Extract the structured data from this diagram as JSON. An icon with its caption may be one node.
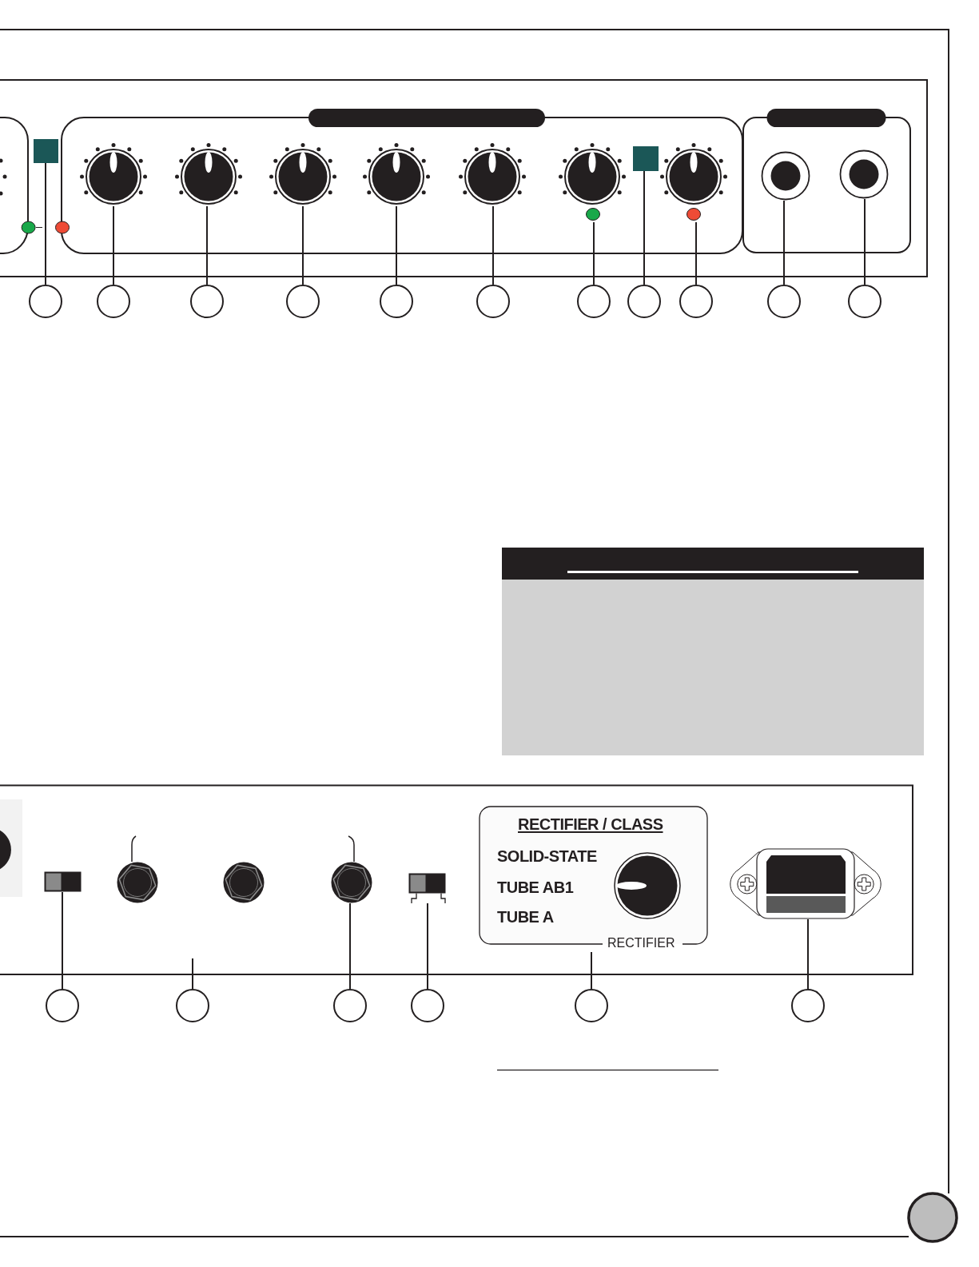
{
  "diagram": {
    "nodes": [
      {
        "text": [],
        "shape": "box"
      },
      {
        "text": [],
        "shape": "circle"
      },
      {
        "text": [],
        "shape": "circle"
      },
      {
        "text": [],
        "shape": "circle"
      },
      {
        "text": [],
        "shape": "circle"
      },
      {
        "text": [],
        "shape": "circle"
      },
      {
        "text": [],
        "shape": "circle"
      },
      {
        "text": [],
        "shape": "box"
      },
      {
        "text": [],
        "shape": "circle"
      },
      {
        "text": [],
        "shape": "circle"
      },
      {
        "text": [],
        "shape": "circle"
      },
      {
        "text": [],
        "shape": "circle"
      },
      {
        "text": [],
        "shape": "circle"
      },
      {
        "text": [],
        "shape": "circle"
      },
      {
        "text": [],
        "shape": "circle"
      },
      {
        "text": [],
        "shape": "circle"
      },
      {
        "text": [],
        "shape": "circle"
      },
      {
        "text": [],
        "shape": "circle"
      },
      {
        "text": [],
        "shape": "circle"
      },
      {
        "text": [],
        "shape": "circle"
      },
      {
        "text": [],
        "shape": "circle"
      },
      {
        "text": [],
        "shape": "circle"
      },
      {
        "text": [],
        "shape": "box"
      },
      {
        "text": [],
        "shape": "circle"
      },
      {
        "text": [],
        "shape": "circle"
      },
      {
        "text": [],
        "shape": "circle"
      },
      {
        "text": [],
        "shape": "box"
      },
      {
        "text": [
          "RECTIFIER / CLASS",
          "SOLID-STATE",
          "TUBE AB1",
          "TUBE A",
          "RECTIFIER"
        ]
      },
      {
        "text": [],
        "shape": "circle",
        "in": 27
      },
      {
        "text": [],
        "shape": "picture"
      },
      {
        "text": [],
        "shape": "circle"
      },
      {
        "text": [],
        "shape": "circle"
      },
      {
        "text": [],
        "shape": "circle"
      },
      {
        "text": [],
        "shape": "circle"
      },
      {
        "text": [],
        "shape": "circle"
      },
      {
        "text": [],
        "shape": "circle"
      }
    ],
    "edges": [
      {
        "from": 11,
        "to": 0,
        "arrow": "none"
      },
      {
        "from": 12,
        "to": 1,
        "arrow": "none"
      },
      {
        "from": 13,
        "to": 2,
        "arrow": "none"
      },
      {
        "from": 14,
        "to": 3,
        "arrow": "none"
      },
      {
        "from": 15,
        "to": 4,
        "arrow": "none"
      },
      {
        "from": 16,
        "to": 5,
        "arrow": "none"
      },
      {
        "from": 17,
        "to": 6,
        "arrow": "none"
      },
      {
        "from": 18,
        "to": 7,
        "arrow": "none"
      },
      {
        "from": 19,
        "to": 8,
        "arrow": "none"
      },
      {
        "from": 20,
        "to": 9,
        "arrow": "none"
      },
      {
        "from": 21,
        "to": 10,
        "arrow": "none"
      },
      {
        "from": 30,
        "to": 22,
        "arrow": "none"
      },
      {
        "from": 31,
        "to": null,
        "arrow": "none"
      },
      {
        "from": 32,
        "to": 25,
        "arrow": "none"
      },
      {
        "from": 33,
        "to": 26,
        "arrow": "none"
      },
      {
        "from": 34,
        "to": 27,
        "arrow": "none"
      },
      {
        "from": 35,
        "to": 29,
        "arrow": "none"
      }
    ]
  }
}
